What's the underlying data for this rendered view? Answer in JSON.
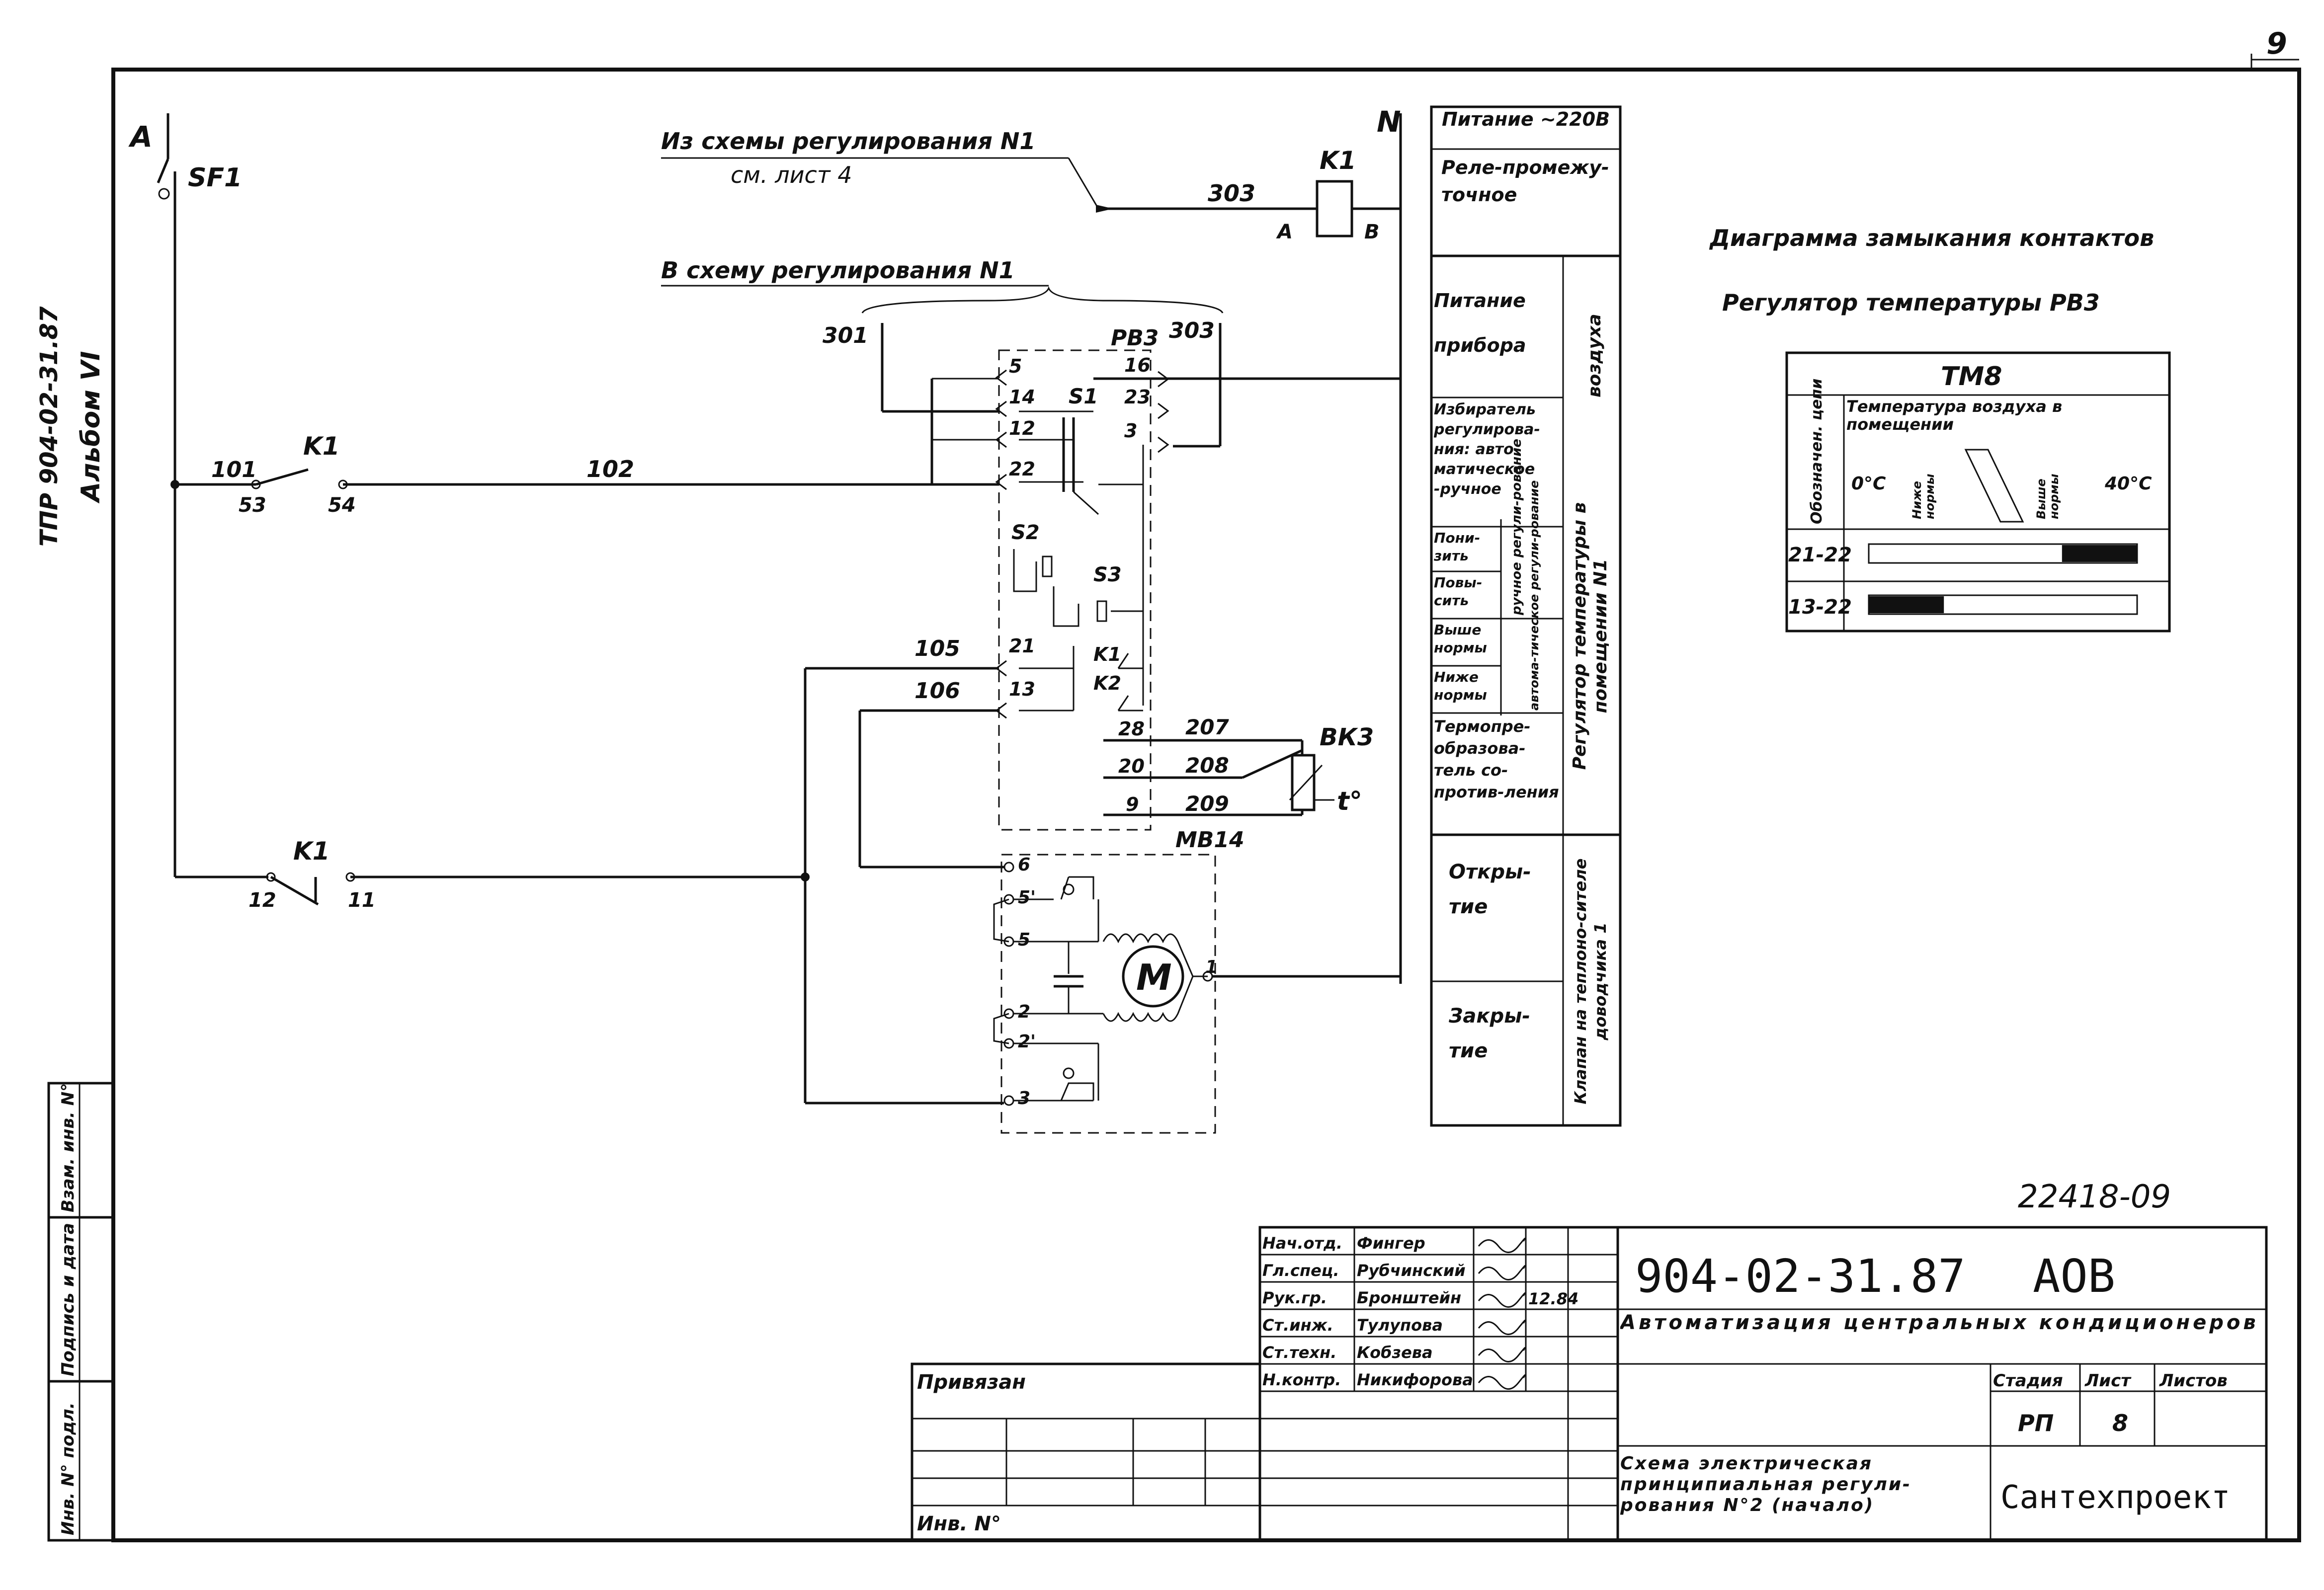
{
  "sheet": {
    "page_number": "9",
    "album": "ТПР 904-02-31.87",
    "album_volume": "Альбом VI",
    "archive_number": "22418-09"
  },
  "circuit": {
    "label_phase": "А",
    "label_neutral": "N",
    "breaker": "SF1",
    "note_from_scheme": "Из схемы регулирования N1",
    "note_see_sheet": "см. лист 4",
    "note_to_scheme": "В схему регулирования N1",
    "relay": "K1",
    "relay_terminal_a": "А",
    "relay_terminal_b": "В",
    "wire_303": "303",
    "wire_301": "301",
    "wire_101": "101",
    "wire_102": "102",
    "wire_105": "105",
    "wire_106": "106",
    "wire_207": "207",
    "wire_208": "208",
    "wire_209": "209",
    "contact_k1_top": "K1",
    "contact_k1_bottom": "K1",
    "terminal_53": "53",
    "terminal_54": "54",
    "terminal_12": "12",
    "terminal_11": "11",
    "regulator": "РВ3",
    "regulator_terminals": [
      "5",
      "14",
      "12",
      "22",
      "16",
      "23",
      "3",
      "21",
      "13",
      "28",
      "20",
      "9"
    ],
    "switch_s1": "S1",
    "switch_s2": "S2",
    "switch_s3": "S3",
    "internal_k1": "K1",
    "internal_k2": "K2",
    "sensor": "ВК3",
    "sensor_symbol": "t°",
    "actuator": "МВ14",
    "actuator_terminals": [
      "6",
      "5'",
      "5",
      "2",
      "2'",
      "3",
      "1"
    ],
    "motor_symbol": "M"
  },
  "legend_table": {
    "header": "Питание ~220В",
    "rows": [
      {
        "text": "Реле-промежу-точное"
      },
      {
        "text": "Питание прибора",
        "side": "воздуха"
      },
      {
        "text": "Избиратель регулирова-ния: авто-матическое -ручное",
        "side": "Регулятор температуры в помещении N1"
      },
      {
        "text": "Пони-зить",
        "mid": "ручное регули-рование"
      },
      {
        "text": "Повы-сить"
      },
      {
        "text": "Выше нормы",
        "mid": "автома-тическое регули-рование"
      },
      {
        "text": "Ниже нормы"
      },
      {
        "text": "Термопре-образова-тель со-против-ления"
      },
      {
        "text": "Откры-тие",
        "side": "Клапан на теплоно-сителе доводчика 1"
      },
      {
        "text": "Закры-тие"
      }
    ],
    "side_labels": [
      "воздуха",
      "Регулятор температуры в помещении N1",
      "Клапан на теплоно-сителе доводчика 1"
    ]
  },
  "contact_diagram": {
    "title": "Диаграмма замыкания контактов",
    "subtitle": "Регулятор температуры РВ3",
    "table_title": "ТМ8",
    "col_header_circuit": "Обозначен. цепи",
    "col_header_temp": "Температура воздуха в помещении",
    "scale_min": "0°С",
    "scale_below": "Ниже нормы",
    "scale_above": "Выше нормы",
    "scale_max": "40°С",
    "rows": [
      {
        "circuit": "21-22",
        "closed_from": 0.72,
        "closed_to": 1.0
      },
      {
        "circuit": "13-22",
        "closed_from": 0.0,
        "closed_to": 0.28
      }
    ]
  },
  "title_block": {
    "doc_number": "904-02-31.87",
    "mark": "АОВ",
    "title": "Автоматизация центральных кондиционеров",
    "drawing_name": "Схема электрическая принципиальная регули-рования N°2 (начало)",
    "organization": "Сантехпроект",
    "stage_label": "Стадия",
    "sheet_label": "Лист",
    "sheets_label": "Листов",
    "stage": "РП",
    "sheet": "8",
    "sheets": "",
    "bound_label": "Привязан",
    "inv_label": "Инв. N°",
    "date": "12.84",
    "signers": [
      {
        "role": "Нач.отд.",
        "name": "Фингер"
      },
      {
        "role": "Гл.спец.",
        "name": "Рубчинский"
      },
      {
        "role": "Рук.гр.",
        "name": "Бронштейн"
      },
      {
        "role": "Ст.инж.",
        "name": "Тулупова"
      },
      {
        "role": "Ст.техн.",
        "name": "Кобзева"
      },
      {
        "role": "Н.контр.",
        "name": "Никифорова"
      }
    ]
  },
  "margin_stamp": [
    "Инв. N° подл.",
    "Подпись и дата",
    "Взам. инв. N°"
  ]
}
